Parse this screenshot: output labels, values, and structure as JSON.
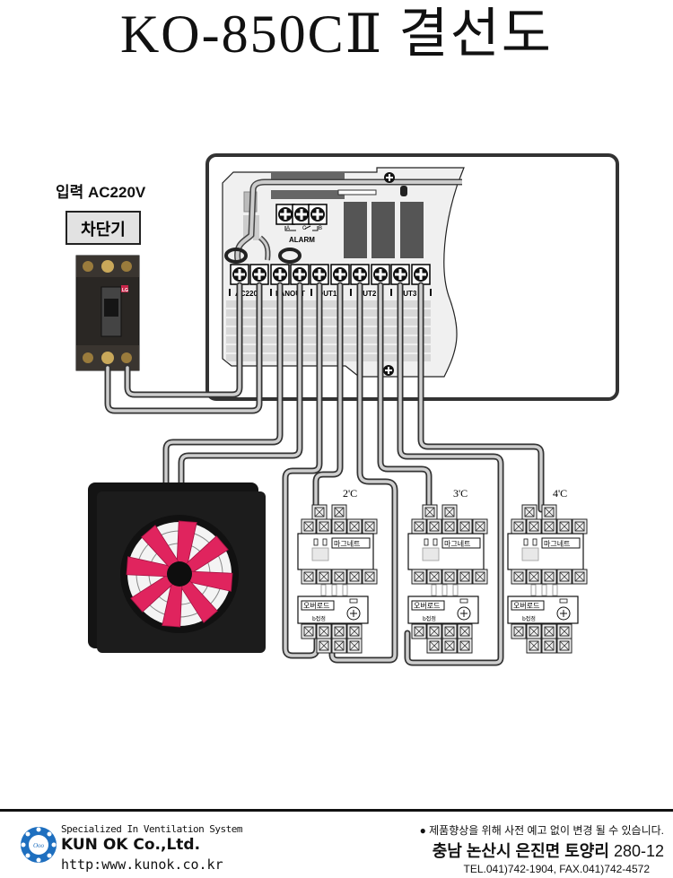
{
  "title": "KO-850CⅡ 결선도",
  "input": {
    "label": "입력 AC220V",
    "breaker_label": "차단기",
    "breaker_brand": "LG"
  },
  "controller": {
    "terminal_groups": [
      "AC220V",
      "FANOUT",
      "OUT1",
      "OUT2",
      "OUT3"
    ],
    "alarm_label": "ALARM",
    "alarm_terminals": [
      "A",
      "C",
      "B"
    ],
    "terminal_count": 10
  },
  "contactors": [
    {
      "stage": "2'C",
      "magnet_label": "마그네트",
      "overload_label": "오버로드",
      "contact_label": "b접점"
    },
    {
      "stage": "3'C",
      "magnet_label": "마그네트",
      "overload_label": "오버로드",
      "contact_label": "b접점"
    },
    {
      "stage": "4'C",
      "magnet_label": "마그네트",
      "overload_label": "오버로드",
      "contact_label": "b접점"
    }
  ],
  "colors": {
    "fan_blade": "#e0245e",
    "fan_frame": "#141414",
    "wire_outline": "#333333",
    "wire_fill": "#cfcfcf",
    "panel": "#f0f0f0",
    "relay": "#555555"
  },
  "footer": {
    "slogan": "Specialized In Ventilation System",
    "company": "KUN OK Co.,Ltd.",
    "url": "http:www.kunok.co.kr",
    "notice": "● 제품향상을 위해 사전 예고 없이 변경 될 수 있습니다.",
    "address_main": "충남 논산시 은진면 토양리",
    "address_num": "280-12",
    "tel": "TEL.041)742-1904, FAX.041)742-4572"
  }
}
